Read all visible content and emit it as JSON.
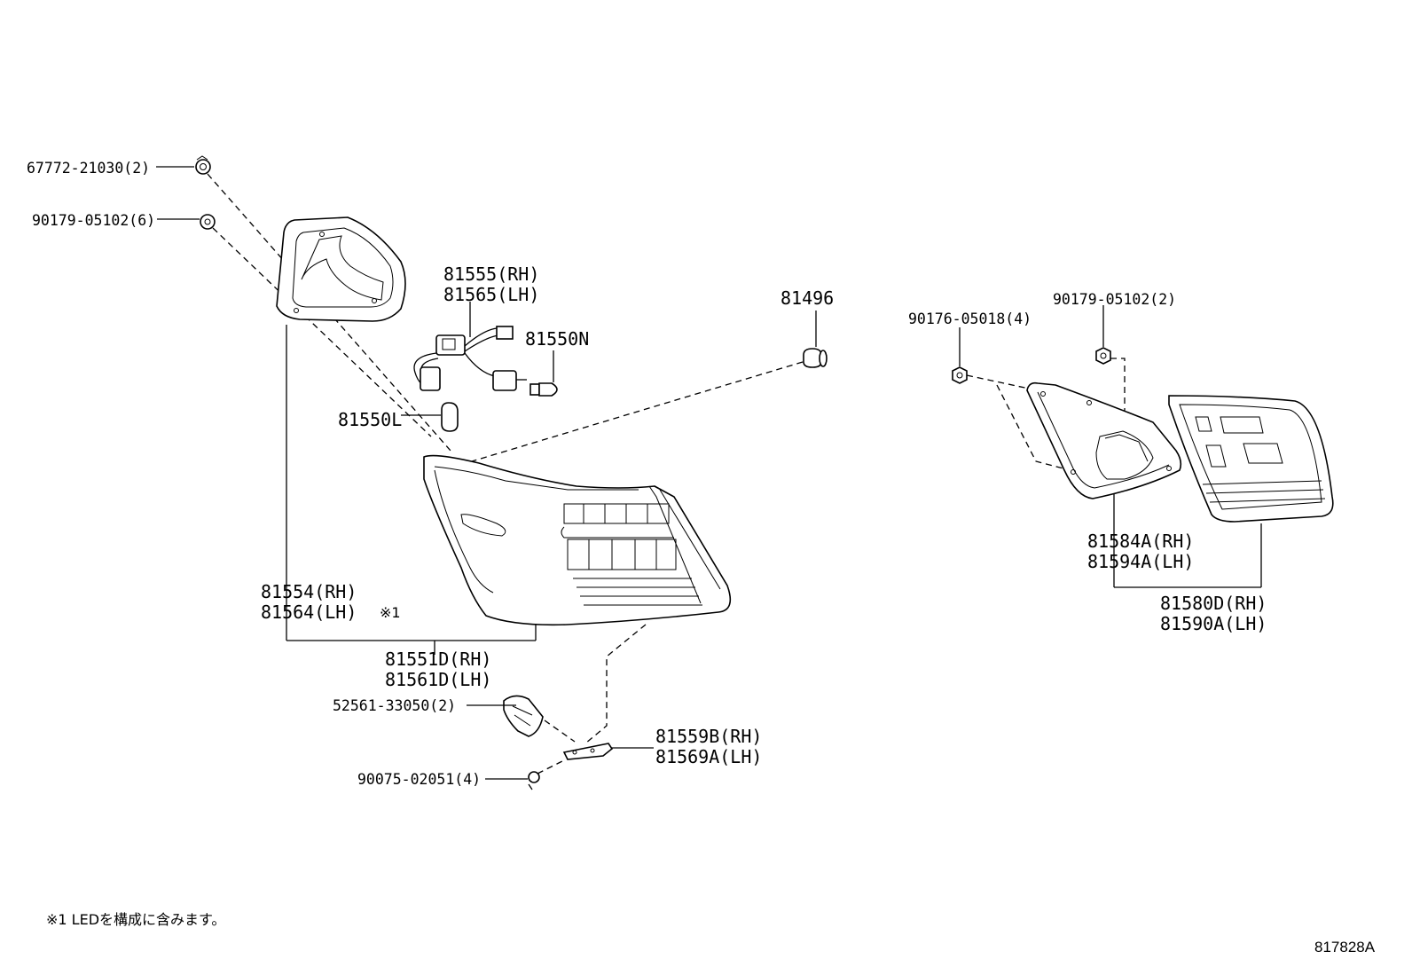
{
  "labels": {
    "p67772": "67772-21030(2)",
    "p90179_left": "90179-05102(6)",
    "p81555": "81555(RH)",
    "p81565": "81565(LH)",
    "p81550N": "81550N",
    "p81550L": "81550L",
    "p81496": "81496",
    "p81554": "81554(RH)",
    "p81564": "81564(LH)",
    "note_mark": "※1",
    "p81551D": "81551D(RH)",
    "p81561D": "81561D(LH)",
    "p52561": "52561-33050(2)",
    "p81559B": "81559B(RH)",
    "p81569A": "81569A(LH)",
    "p90075": "90075-02051(4)",
    "p90176": "90176-05018(4)",
    "p90179_right": "90179-05102(2)",
    "p81584A": "81584A(RH)",
    "p81594A": "81594A(LH)",
    "p81580D": "81580D(RH)",
    "p81590A": "81590A(LH)"
  },
  "footnote": "※1 LEDを構成に含みます。",
  "diagram_id": "817828A"
}
